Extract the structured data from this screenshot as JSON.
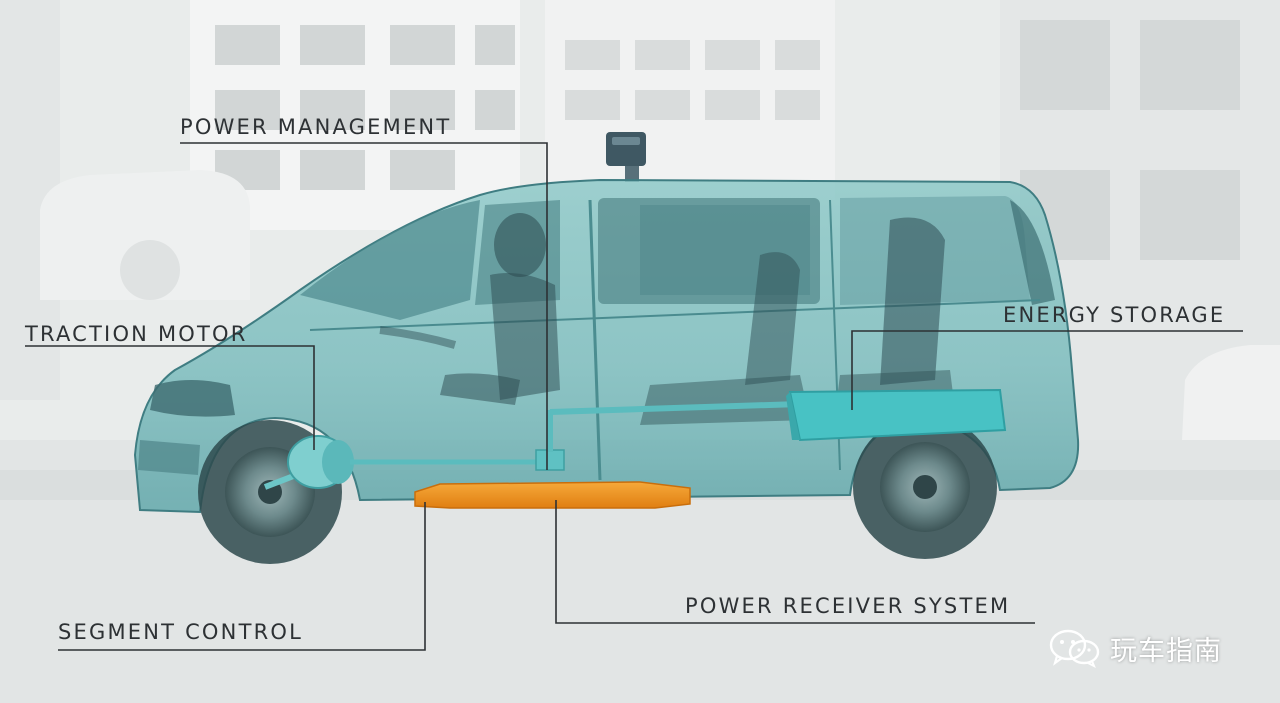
{
  "diagram": {
    "labels": {
      "power_management": "POWER MANAGEMENT",
      "traction_motor": "TRACTION MOTOR",
      "energy_storage": "ENERGY STORAGE",
      "power_receiver_system": "POWER RECEIVER SYSTEM",
      "segment_control": "SEGMENT CONTROL"
    },
    "colors": {
      "vehicle_body": "#5fb3b6",
      "energy_storage_block": "#48c2c4",
      "power_receiver_plate": "#f08f1c",
      "callout_line": "#2d3134",
      "background": "#e9eceb"
    }
  },
  "watermark": {
    "icon": "wechat-icon",
    "text": "玩车指南"
  }
}
